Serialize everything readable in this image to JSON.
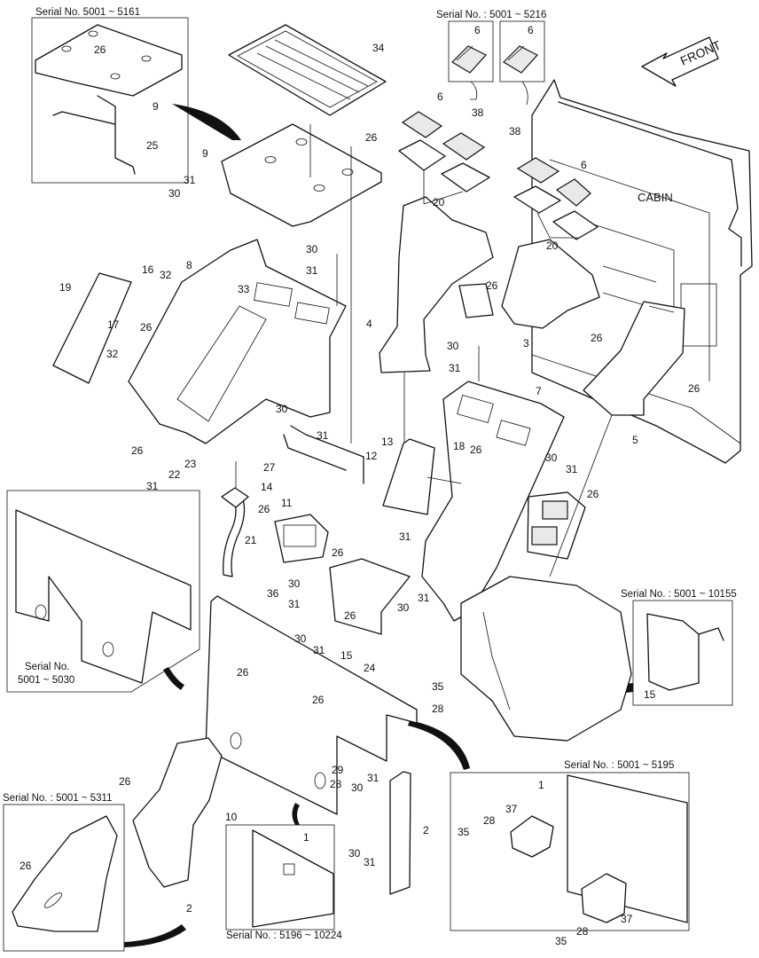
{
  "diagram": {
    "front_label": "FRONT",
    "cabin_label": "CABIN",
    "insets": [
      {
        "caption": "Serial No. 5001 ~ 5161"
      },
      {
        "caption": "Serial No. : 5001 ~ 5216"
      },
      {
        "caption": "Serial No. : 5001 ~ 10155"
      },
      {
        "caption": "Serial No. : 5001 ~ 5195"
      },
      {
        "caption": "Serial No. : 5001 ~ 5311"
      },
      {
        "caption": "Serial No. : 5196 ~ 10224"
      },
      {
        "caption": "Serial No.",
        "caption2": "5001 ~ 5030"
      }
    ],
    "callouts": [
      "26",
      "9",
      "25",
      "34",
      "6",
      "6",
      "9",
      "26",
      "31",
      "30",
      "6",
      "38",
      "38",
      "6",
      "20",
      "20",
      "30",
      "31",
      "8",
      "19",
      "16",
      "32",
      "17",
      "26",
      "33",
      "32",
      "4",
      "26",
      "3",
      "26",
      "30",
      "31",
      "26",
      "7",
      "5",
      "30",
      "31",
      "12",
      "13",
      "18",
      "26",
      "30",
      "31",
      "26",
      "31",
      "22",
      "23",
      "27",
      "14",
      "26",
      "11",
      "26",
      "21",
      "31",
      "36",
      "26",
      "30",
      "31",
      "26",
      "30",
      "31",
      "30",
      "31",
      "15",
      "15",
      "24",
      "26",
      "35",
      "28",
      "26",
      "29",
      "28",
      "30",
      "31",
      "26",
      "10",
      "2",
      "26",
      "2",
      "1",
      "1",
      "28",
      "37",
      "35",
      "37",
      "28",
      "35",
      "30",
      "31"
    ]
  }
}
